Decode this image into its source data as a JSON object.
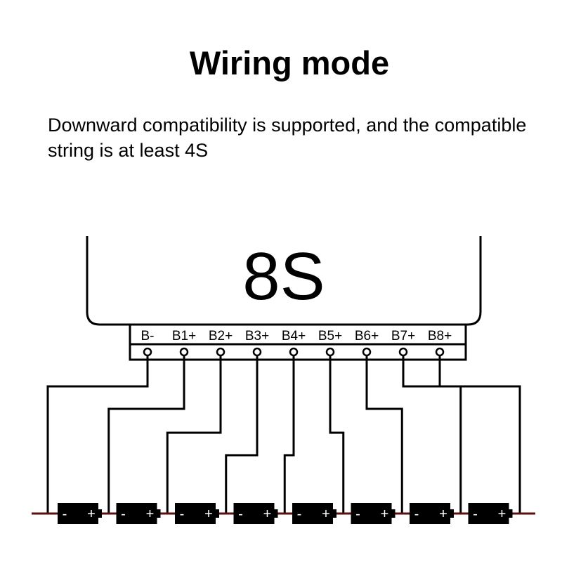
{
  "title": "Wiring mode",
  "description": "Downward compatibility is supported, and the compatible string is at least 4S",
  "board": {
    "label": "8S",
    "terminals": [
      "B-",
      "B1+",
      "B2+",
      "B3+",
      "B4+",
      "B5+",
      "B6+",
      "B7+",
      "B8+"
    ]
  },
  "batteries": {
    "count": 8,
    "neg_symbol": "-",
    "pos_symbol": "+"
  },
  "colors": {
    "line": "#000000",
    "main_wire": "#5a1010",
    "cell_body": "#000000",
    "cell_text": "#ffffff"
  }
}
